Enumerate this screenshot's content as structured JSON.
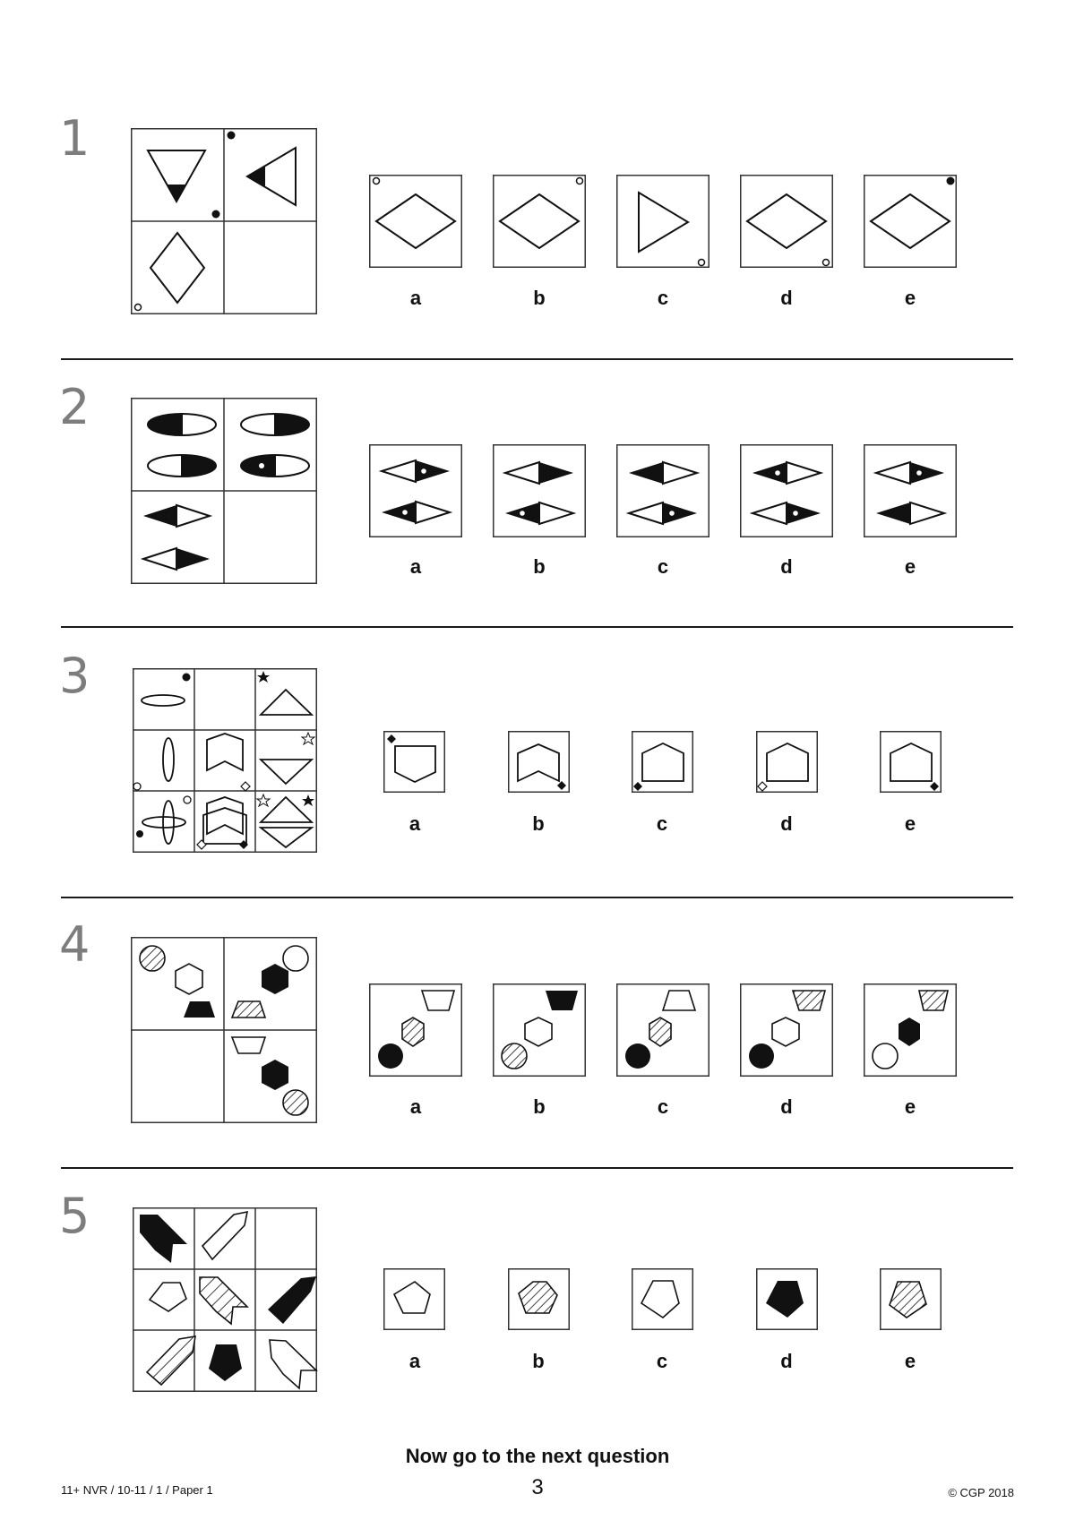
{
  "questions": [
    {
      "number": "1",
      "grid": "2x2",
      "cells": [
        "inverted triangle with black tip, black dot bottom-right",
        "left-pointing triangle with black tip, black dot top-left",
        "vertical diamond, white dot bottom-left",
        "empty"
      ],
      "options": [
        {
          "label": "a",
          "content": "horizontal diamond, white dot top-left"
        },
        {
          "label": "b",
          "content": "horizontal diamond, white dot top-right"
        },
        {
          "label": "c",
          "content": "right-pointing triangle, white dot bottom-right"
        },
        {
          "label": "d",
          "content": "horizontal diamond, white dot bottom-right"
        },
        {
          "label": "e",
          "content": "horizontal diamond, black dot top-right"
        }
      ]
    },
    {
      "number": "2",
      "grid": "2x2",
      "cells": [
        "two half-filled ellipses",
        "two half-filled ellipses, one with dot",
        "two half-filled diamonds",
        "empty"
      ],
      "options": [
        {
          "label": "a",
          "content": "half diamonds with dots (right black top, left black bottom)"
        },
        {
          "label": "b",
          "content": "top right black, bottom left black with dot"
        },
        {
          "label": "c",
          "content": "top left black, bottom right black with dot"
        },
        {
          "label": "d",
          "content": "top left black with dot, bottom right black with dot"
        },
        {
          "label": "e",
          "content": "top right black with dot, bottom left black"
        }
      ]
    },
    {
      "number": "3",
      "grid": "3x3",
      "options": [
        {
          "label": "a",
          "content": "inverted house pentagon, black diamond top-left"
        },
        {
          "label": "b",
          "content": "chevron, black diamond bottom-right"
        },
        {
          "label": "c",
          "content": "house pentagon, black diamond bottom-left"
        },
        {
          "label": "d",
          "content": "house pentagon, white diamond bottom-left"
        },
        {
          "label": "e",
          "content": "house pentagon, black diamond bottom-right"
        }
      ]
    },
    {
      "number": "4",
      "grid": "2x2",
      "options": [
        {
          "label": "a",
          "content": "white trapezium, hatched hexagon, black circle"
        },
        {
          "label": "b",
          "content": "black trapezium, white hexagon, hatched circle"
        },
        {
          "label": "c",
          "content": "white trapezium (upright), hatched hexagon, black circle"
        },
        {
          "label": "d",
          "content": "hatched trapezium, white hexagon, black circle"
        },
        {
          "label": "e",
          "content": "hatched trapezium, black hexagon, white circle"
        }
      ]
    },
    {
      "number": "5",
      "grid": "3x3",
      "options": [
        {
          "label": "a",
          "content": "white pentagon point up"
        },
        {
          "label": "b",
          "content": "hatched pentagon tilted"
        },
        {
          "label": "c",
          "content": "white pentagon point down"
        },
        {
          "label": "d",
          "content": "black pentagon point down"
        },
        {
          "label": "e",
          "content": "hatched pentagon point down tilted"
        }
      ]
    }
  ],
  "footer": {
    "instruction": "Now go to the next question",
    "code": "11+ NVR / 10-11 / 1 / Paper 1",
    "page_number": "3",
    "copyright": "© CGP 2018"
  },
  "colors": {
    "question_number": "#7d7d7d",
    "ink": "#111111",
    "background": "#ffffff"
  }
}
